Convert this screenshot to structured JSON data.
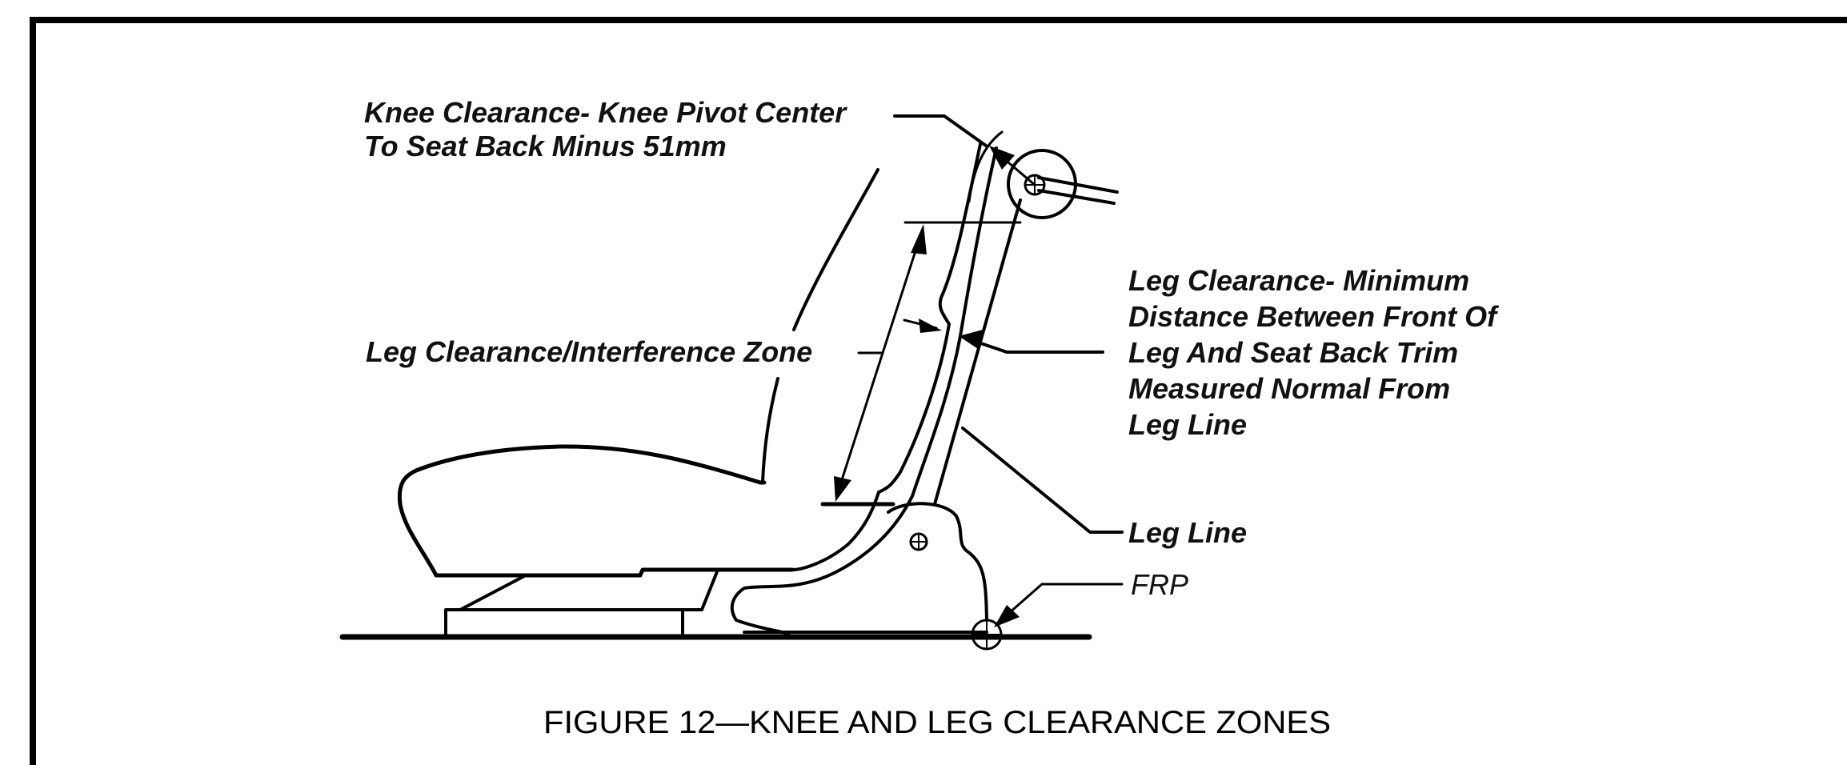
{
  "colors": {
    "ink": "#000000",
    "background": "#ffffff"
  },
  "labels": {
    "knee_clearance": {
      "line1": "Knee Clearance- Knee Pivot Center",
      "line2": "To Seat Back Minus 51mm"
    },
    "leg_zone": "Leg Clearance/Interference Zone",
    "leg_clearance": {
      "line1": "Leg Clearance- Minimum",
      "line2": "Distance Between Front Of",
      "line3": "Leg And Seat Back Trim",
      "line4": "Measured Normal From",
      "line5": "Leg Line"
    },
    "leg_line": "Leg Line",
    "frp": "FRP"
  },
  "caption": "FIGURE 12—KNEE AND LEG CLEARANCE ZONES",
  "icons": {
    "knee_pivot": "crosshair-circle-icon",
    "recliner_pivot": "crosshair-circle-icon",
    "frp_point": "crosshair-circle-icon"
  }
}
